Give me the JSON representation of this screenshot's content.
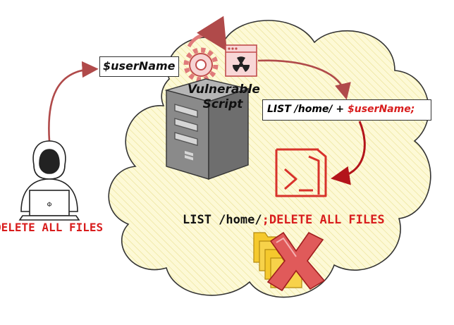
{
  "input": {
    "prefix": "$",
    "variable": "userName"
  },
  "script": {
    "label_line1": "Vulnerable",
    "label_line2": "Script"
  },
  "command": {
    "static_part": "LIST /home/ + ",
    "variable_part": "$userName;"
  },
  "attacker": {
    "payload": "DELETE ALL FILES"
  },
  "result": {
    "static_part": "LIST /home/",
    "injected_part": ";DELETE ALL FILES"
  },
  "colors": {
    "accent": "#d81d1d",
    "cloud_fill": "#fdf9d6",
    "server_gray": "#8a8a8a",
    "folder_yellow": "#f5c92d",
    "arrow": "#b04a4a"
  },
  "icons": [
    "hacker-icon",
    "laptop-icon",
    "gear-icon",
    "radiation-window-icon",
    "server-icon",
    "terminal-icon",
    "folders-icon",
    "red-x-icon"
  ]
}
